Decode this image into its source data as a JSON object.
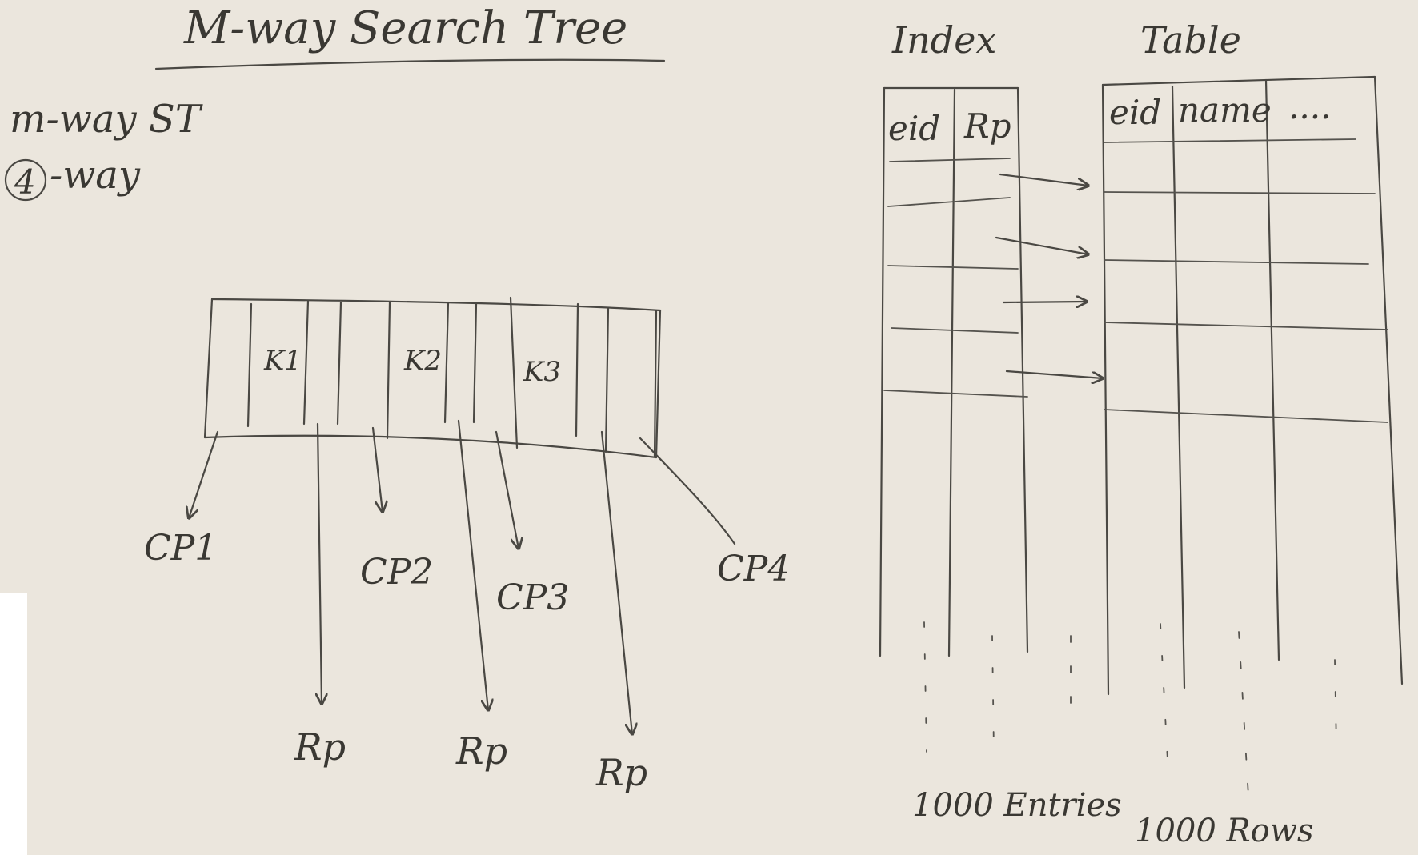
{
  "colors": {
    "board": "#ebe6dd",
    "ink": "#3a3833",
    "margin_white": "#ffffff"
  },
  "title": "M-way Search Tree",
  "notes": {
    "line1": "m-way ST",
    "line2_number": "4",
    "line2_suffix": "-way"
  },
  "node": {
    "keys": [
      "K1",
      "K2",
      "K3"
    ],
    "child_pointers": [
      "CP1",
      "CP2",
      "CP3",
      "CP4"
    ],
    "record_pointers": [
      "Rp",
      "Rp",
      "Rp"
    ]
  },
  "index": {
    "title": "Index",
    "columns": [
      "eid",
      "Rp"
    ],
    "footer": "1000 Entries"
  },
  "table": {
    "title": "Table",
    "columns": [
      "eid",
      "name",
      "...."
    ],
    "footer": "1000 Rows"
  }
}
